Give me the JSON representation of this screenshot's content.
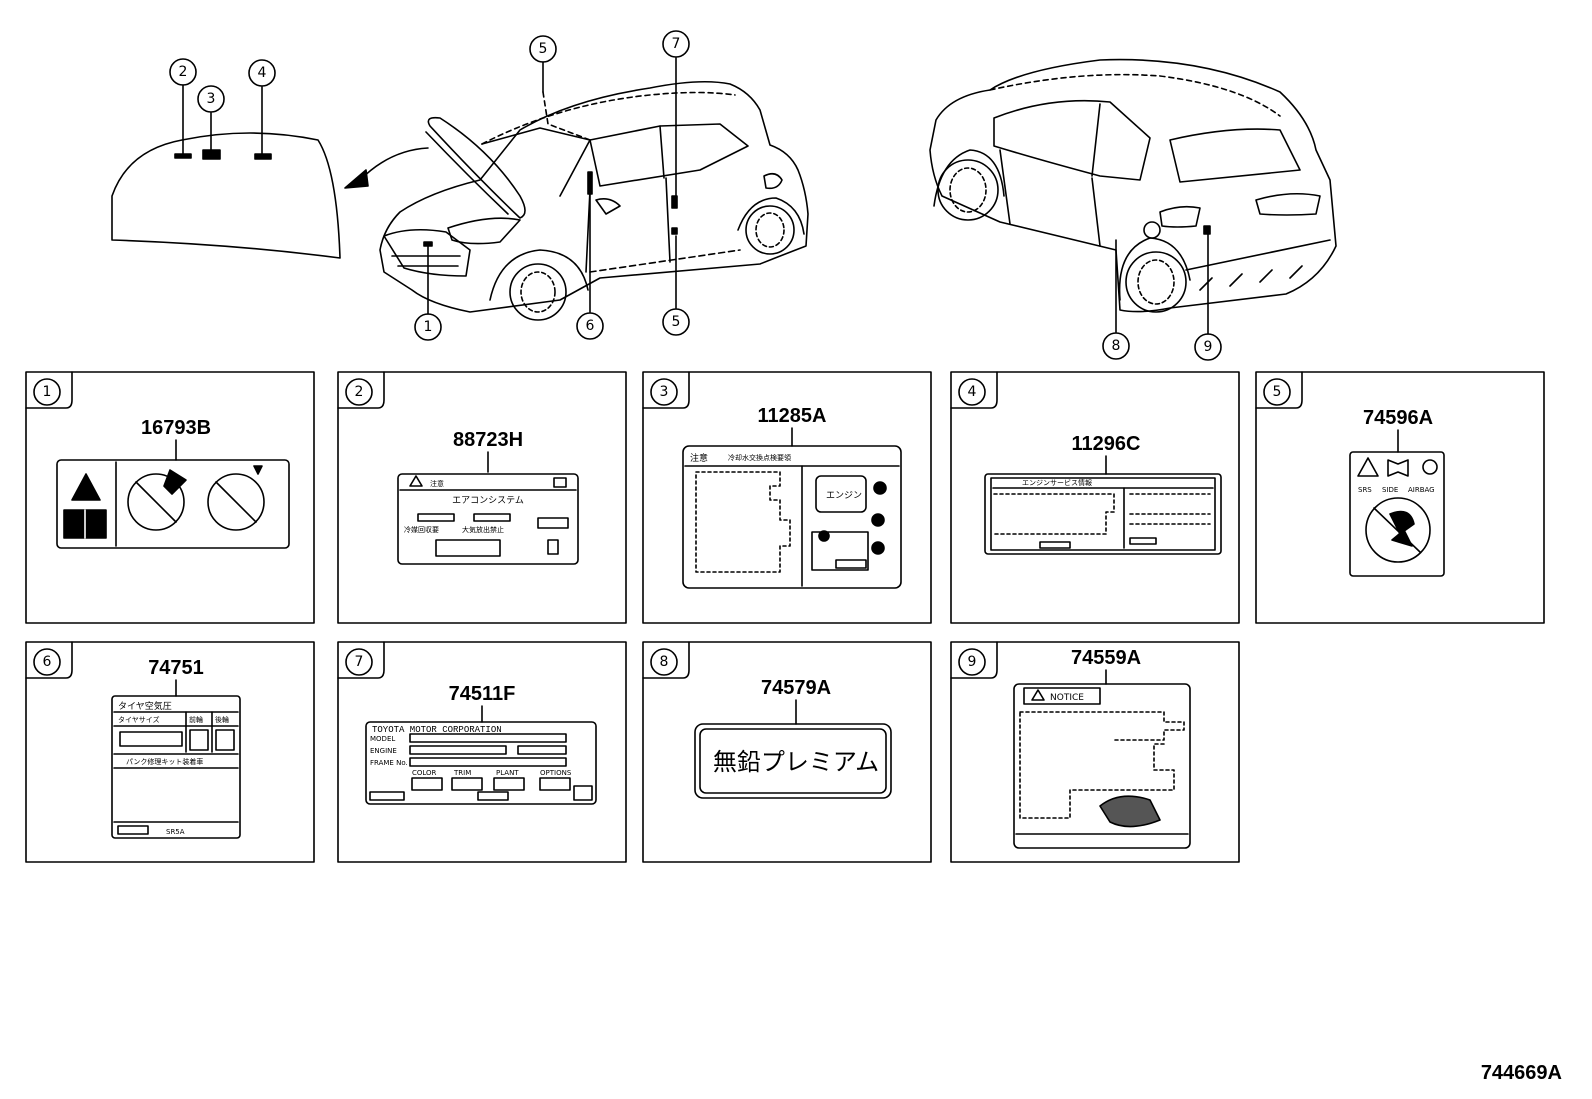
{
  "figure_ref": "744669A",
  "callouts": [
    "1",
    "2",
    "3",
    "4",
    "5",
    "6",
    "7",
    "8",
    "9"
  ],
  "panels": [
    {
      "num": "1",
      "part": "16793B"
    },
    {
      "num": "2",
      "part": "88723H",
      "texts": {
        "title": "注意",
        "system": "エアコンシステム",
        "left_note": "冷媒回収要",
        "right_note": "大気放出禁止"
      }
    },
    {
      "num": "3",
      "part": "11285A",
      "texts": {
        "title": "注意",
        "header": "冷却水交換点検要領",
        "engine": "エンジン"
      }
    },
    {
      "num": "4",
      "part": "11296C",
      "texts": {
        "header": "エンジンサービス情報"
      }
    },
    {
      "num": "5",
      "part": "74596A",
      "texts": {
        "srs": "SRS",
        "side": "SIDE",
        "airbag": "AIRBAG"
      }
    },
    {
      "num": "6",
      "part": "74751",
      "texts": {
        "title": "タイヤ空気圧",
        "size": "タイヤサイズ",
        "front": "前輪",
        "rear": "後輪",
        "repair": "パンク修理キット装着車",
        "code": "SR5A"
      }
    },
    {
      "num": "7",
      "part": "74511F",
      "texts": {
        "maker": "TOYOTA MOTOR CORPORATION",
        "model": "MODEL",
        "engine": "ENGINE",
        "frame": "FRAME No.",
        "color": "COLOR",
        "trim": "TRIM",
        "plant": "PLANT",
        "options": "OPTIONS"
      }
    },
    {
      "num": "8",
      "part": "74579A",
      "texts": {
        "fuel": "無鉛プレミアム"
      }
    },
    {
      "num": "9",
      "part": "74559A",
      "texts": {
        "notice": "NOTICE"
      }
    }
  ]
}
